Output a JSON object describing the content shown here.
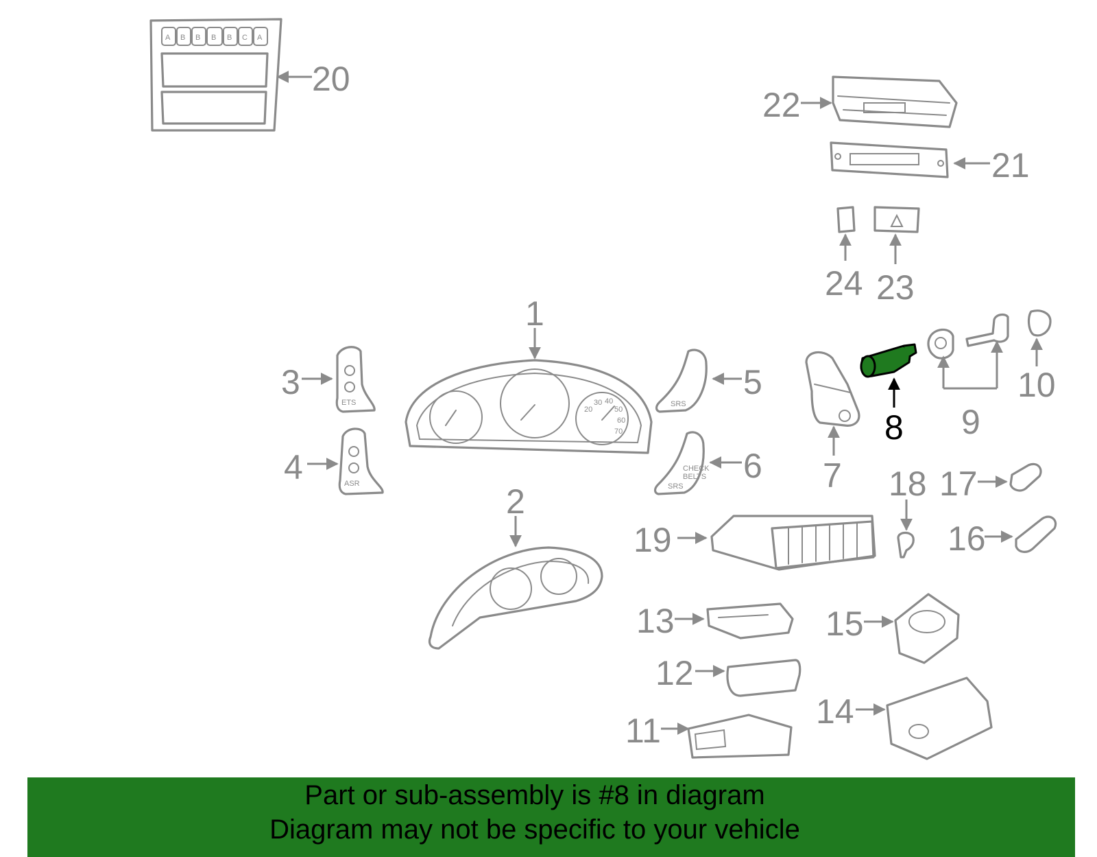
{
  "diagram": {
    "highlight_color": "#1f7a1f",
    "callouts": [
      {
        "num": "1"
      },
      {
        "num": "2"
      },
      {
        "num": "3"
      },
      {
        "num": "4"
      },
      {
        "num": "5"
      },
      {
        "num": "6"
      },
      {
        "num": "7"
      },
      {
        "num": "8"
      },
      {
        "num": "9"
      },
      {
        "num": "10"
      },
      {
        "num": "11"
      },
      {
        "num": "12"
      },
      {
        "num": "13"
      },
      {
        "num": "14"
      },
      {
        "num": "15"
      },
      {
        "num": "16"
      },
      {
        "num": "17"
      },
      {
        "num": "18"
      },
      {
        "num": "19"
      },
      {
        "num": "20"
      },
      {
        "num": "21"
      },
      {
        "num": "22"
      },
      {
        "num": "23"
      },
      {
        "num": "24"
      }
    ],
    "highlighted_part": "8",
    "switch_glyphs": {
      "p3": [
        "ETS"
      ],
      "p4": [
        "ASR"
      ],
      "p5": [
        "SRS"
      ],
      "p6": [
        "SRS",
        "CHECK",
        "BELTS"
      ],
      "p20": [
        "A",
        "B",
        "B",
        "B",
        "B",
        "C",
        "A"
      ]
    },
    "gauge_ticks": [
      "20",
      "30",
      "40",
      "50",
      "60",
      "70"
    ]
  },
  "banner": {
    "line1": "Part or sub-assembly is #8 in diagram",
    "line2": "Diagram may not be specific to your vehicle",
    "background": "#1f7a1f"
  }
}
